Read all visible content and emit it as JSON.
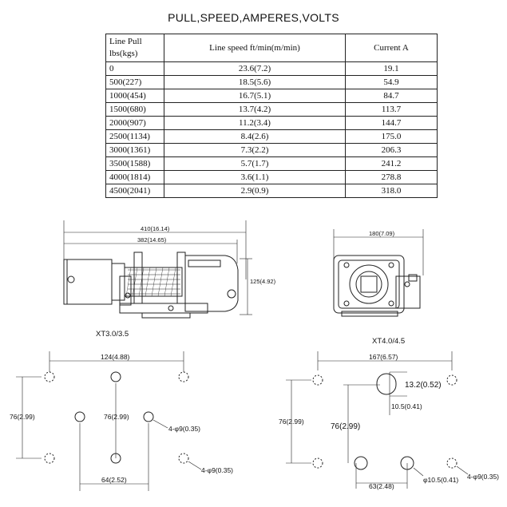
{
  "title": "PULL,SPEED,AMPERES,VOLTS",
  "table": {
    "headers": [
      "Line Pull lbs(kgs)",
      "Line speed ft/min(m/min)",
      "Current A"
    ],
    "header_line1": "Line Pull",
    "header_line2": "lbs(kgs)",
    "rows": [
      [
        "0",
        "23.6(7.2)",
        "19.1"
      ],
      [
        "500(227)",
        "18.5(5.6)",
        "54.9"
      ],
      [
        "1000(454)",
        "16.7(5.1)",
        "84.7"
      ],
      [
        "1500(680)",
        "13.7(4.2)",
        "113.7"
      ],
      [
        "2000(907)",
        "11.2(3.4)",
        "144.7"
      ],
      [
        "2500(1134)",
        "8.4(2.6)",
        "175.0"
      ],
      [
        "3000(1361)",
        "7.3(2.2)",
        "206.3"
      ],
      [
        "3500(1588)",
        "5.7(1.7)",
        "241.2"
      ],
      [
        "4000(1814)",
        "3.6(1.1)",
        "278.8"
      ],
      [
        "4500(2041)",
        "2.9(0.9)",
        "318.0"
      ]
    ]
  },
  "side_view": {
    "dim_length": "410(16.14)",
    "dim_drum": "382(14.65)",
    "dim_height": "125(4.92)"
  },
  "end_view": {
    "dim_width": "180(7.09)"
  },
  "xt3": {
    "label": "XT3.0/3.5",
    "dim_top": "124(4.88)",
    "dim_left": "76(2.99)",
    "dim_mid": "76(2.99)",
    "dim_bottom": "64(2.52)",
    "hole_1": "4-φ9(0.35)",
    "hole_2": "4-φ9(0.35)"
  },
  "xt4": {
    "label": "XT4.0/4.5",
    "dim_top": "167(6.57)",
    "dim_left": "76(2.99)",
    "dim_mid": "76(2.99)",
    "dim_slot_h": "13.2(0.52)",
    "dim_slot_w": "10.5(0.41)",
    "dim_bottom": "63(2.48)",
    "hole_big": "φ10.5(0.41)",
    "hole_small": "4-φ9(0.35)"
  }
}
